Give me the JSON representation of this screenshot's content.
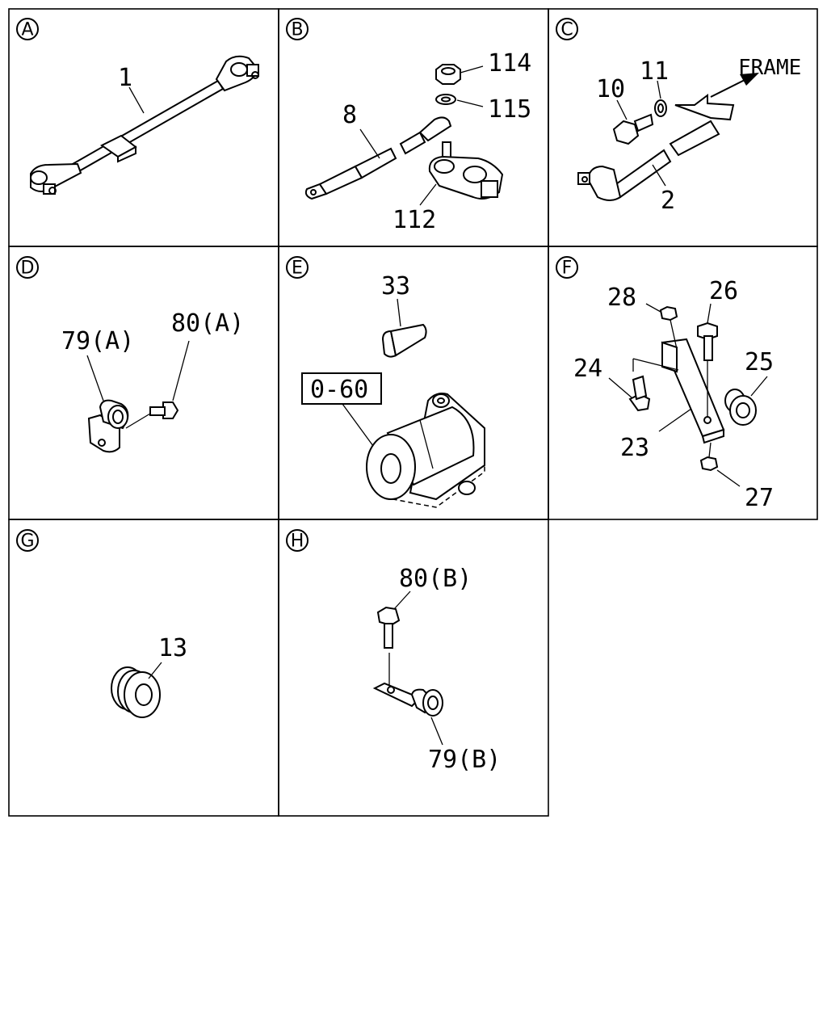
{
  "panels": [
    {
      "id": "A",
      "parts": [
        "1"
      ]
    },
    {
      "id": "B",
      "parts": [
        "114",
        "115",
        "8",
        "112"
      ]
    },
    {
      "id": "C",
      "parts": [
        "10",
        "11",
        "FRAME",
        "2"
      ]
    },
    {
      "id": "D",
      "parts": [
        "79(A)",
        "80(A)"
      ]
    },
    {
      "id": "E",
      "parts": [
        "33",
        "0-60"
      ]
    },
    {
      "id": "F",
      "parts": [
        "28",
        "26",
        "24",
        "25",
        "23",
        "27"
      ]
    },
    {
      "id": "G",
      "parts": [
        "13"
      ]
    },
    {
      "id": "H",
      "parts": [
        "80(B)",
        "79(B)"
      ]
    }
  ]
}
